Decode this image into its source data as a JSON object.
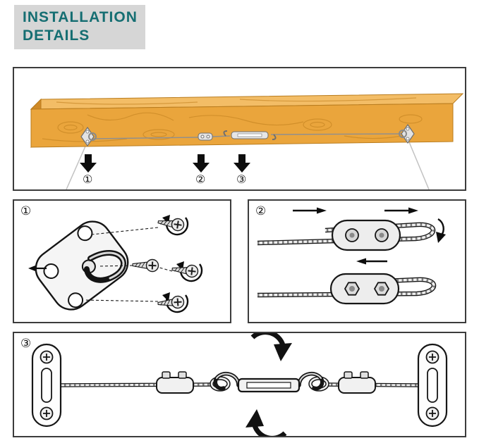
{
  "title": {
    "line1": "INSTALLATION",
    "line2": "DETAILS"
  },
  "steps": [
    {
      "label": "①"
    },
    {
      "label": "②"
    },
    {
      "label": "③"
    }
  ],
  "icons": {
    "down_arrow": "▼",
    "right_arrow": "→",
    "left_arrow": "←",
    "rotate_arrow": "↻"
  },
  "colors": {
    "accent_teal": "#156e72",
    "title_bg": "#d6d6d6",
    "panel_border": "#3c3c3c",
    "wood": "#eaa53c",
    "wood_top": "#f3bd66",
    "wood_end": "#cf8a28",
    "wood_grain": "#c2811f",
    "metal_light": "#ececec",
    "outline": "#161616",
    "background": "#ffffff"
  }
}
